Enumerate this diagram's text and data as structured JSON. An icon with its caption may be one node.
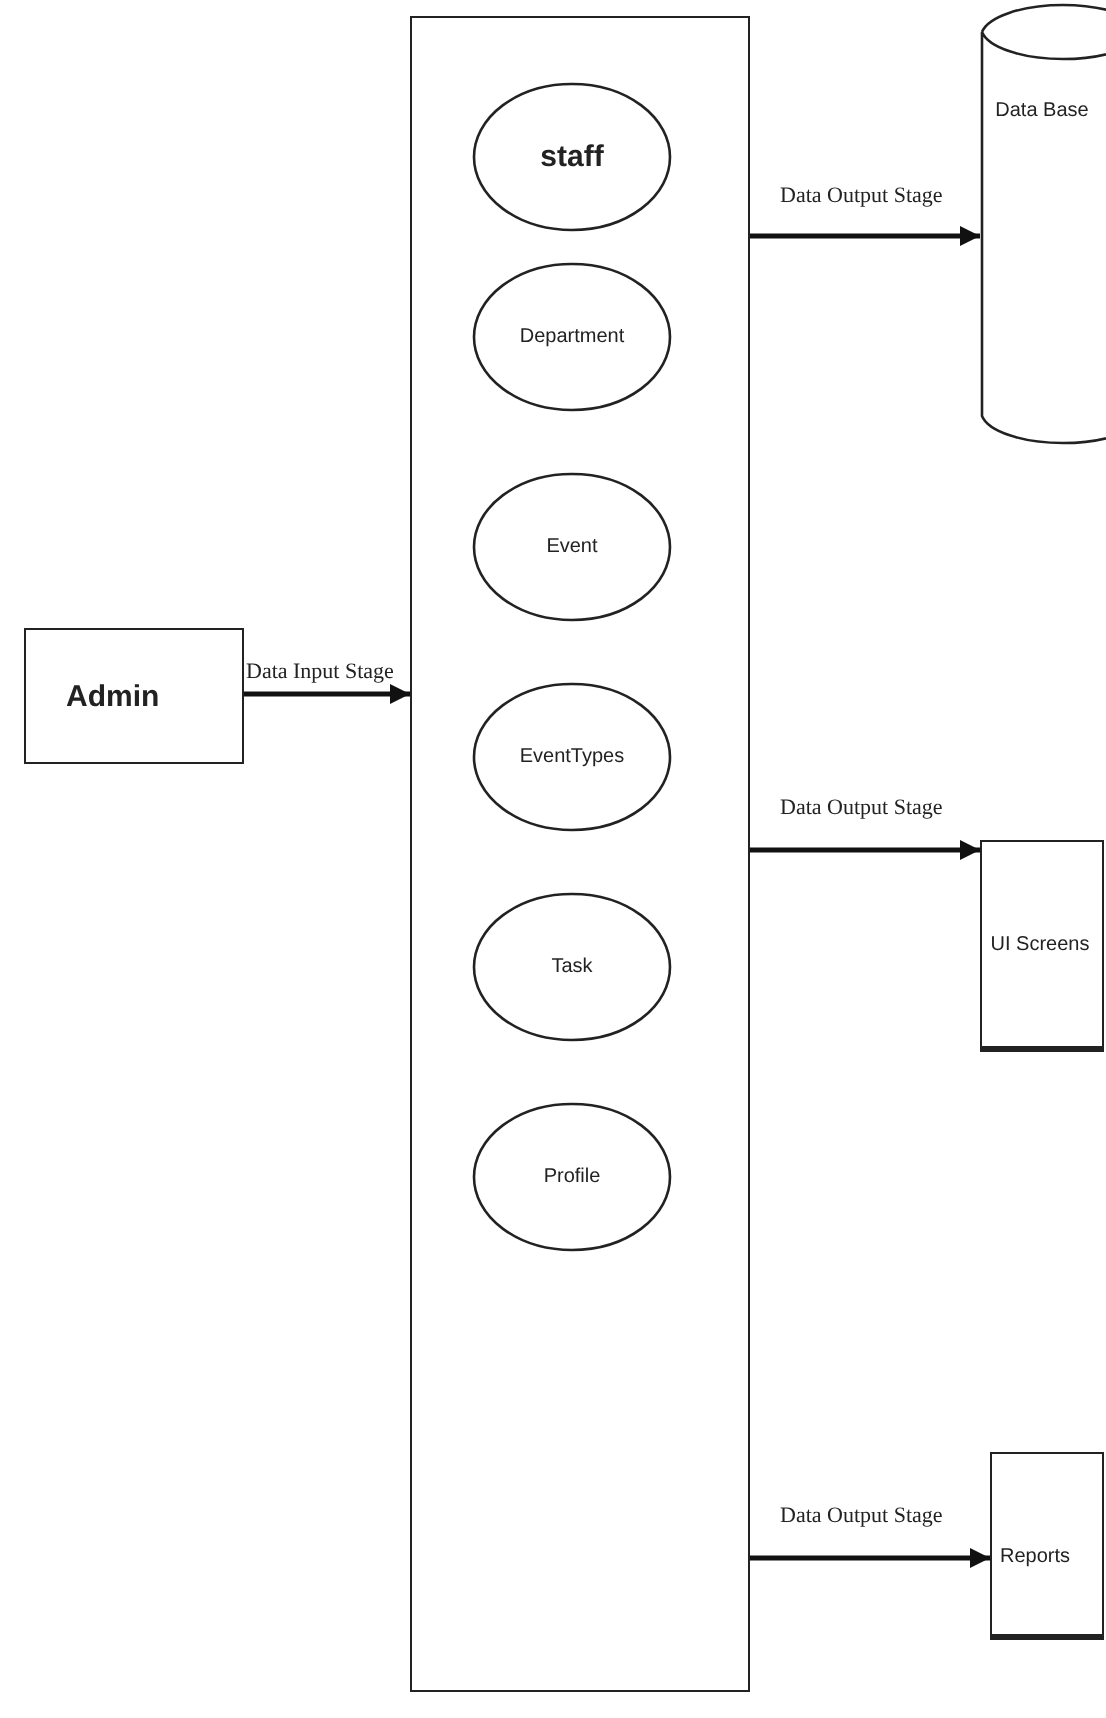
{
  "diagram": {
    "nodes": [
      {
        "text": [
          "Admin"
        ]
      },
      {
        "text": [],
        "shape": "box"
      },
      {
        "text": [
          "staff"
        ],
        "in": 1
      },
      {
        "text": [
          "Department"
        ],
        "in": 1
      },
      {
        "text": [
          "Event"
        ],
        "in": 1
      },
      {
        "text": [
          "EventTypes"
        ],
        "in": 1
      },
      {
        "text": [
          "Task"
        ],
        "in": 1
      },
      {
        "text": [
          "Profile"
        ],
        "in": 1
      },
      {
        "text": [
          "Data Base"
        ]
      },
      {
        "text": [
          "UI Screens"
        ]
      },
      {
        "text": [
          "Reports"
        ]
      }
    ],
    "edges": [
      {
        "from": 0,
        "to": 1,
        "arrow": "to",
        "label": "Data Input Stage"
      },
      {
        "from": 1,
        "to": 8,
        "arrow": "to",
        "label": "Data Output Stage"
      },
      {
        "from": 1,
        "to": 9,
        "arrow": "to",
        "label": "Data Output Stage"
      },
      {
        "from": 1,
        "to": 10,
        "arrow": "to",
        "label": "Data Output Stage"
      }
    ]
  }
}
